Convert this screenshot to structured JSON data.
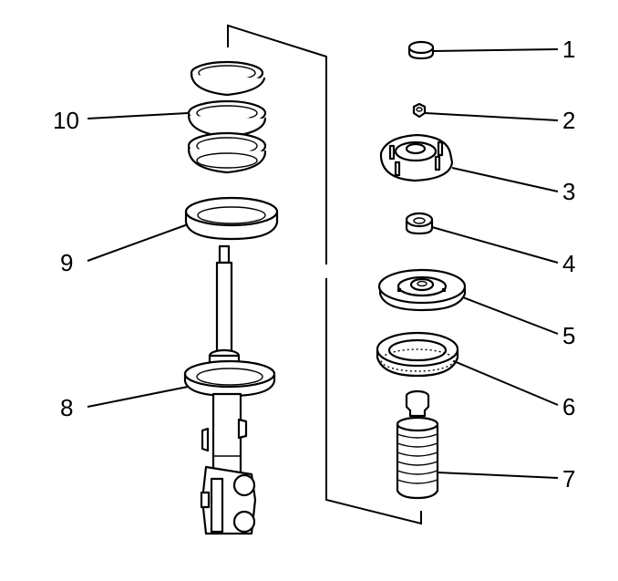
{
  "callouts": [
    {
      "id": "1",
      "part": "nut-cap"
    },
    {
      "id": "2",
      "part": "upper-nut"
    },
    {
      "id": "3",
      "part": "upper-mount"
    },
    {
      "id": "4",
      "part": "bearing-spacer"
    },
    {
      "id": "5",
      "part": "spring-seat-upper"
    },
    {
      "id": "6",
      "part": "spring-insulator"
    },
    {
      "id": "7",
      "part": "bump-stop-dust-boot"
    },
    {
      "id": "8",
      "part": "strut-assembly"
    },
    {
      "id": "9",
      "part": "lower-spring-insulator"
    },
    {
      "id": "10",
      "part": "coil-spring"
    }
  ],
  "colors": {
    "line": "#000000",
    "background": "#ffffff"
  }
}
